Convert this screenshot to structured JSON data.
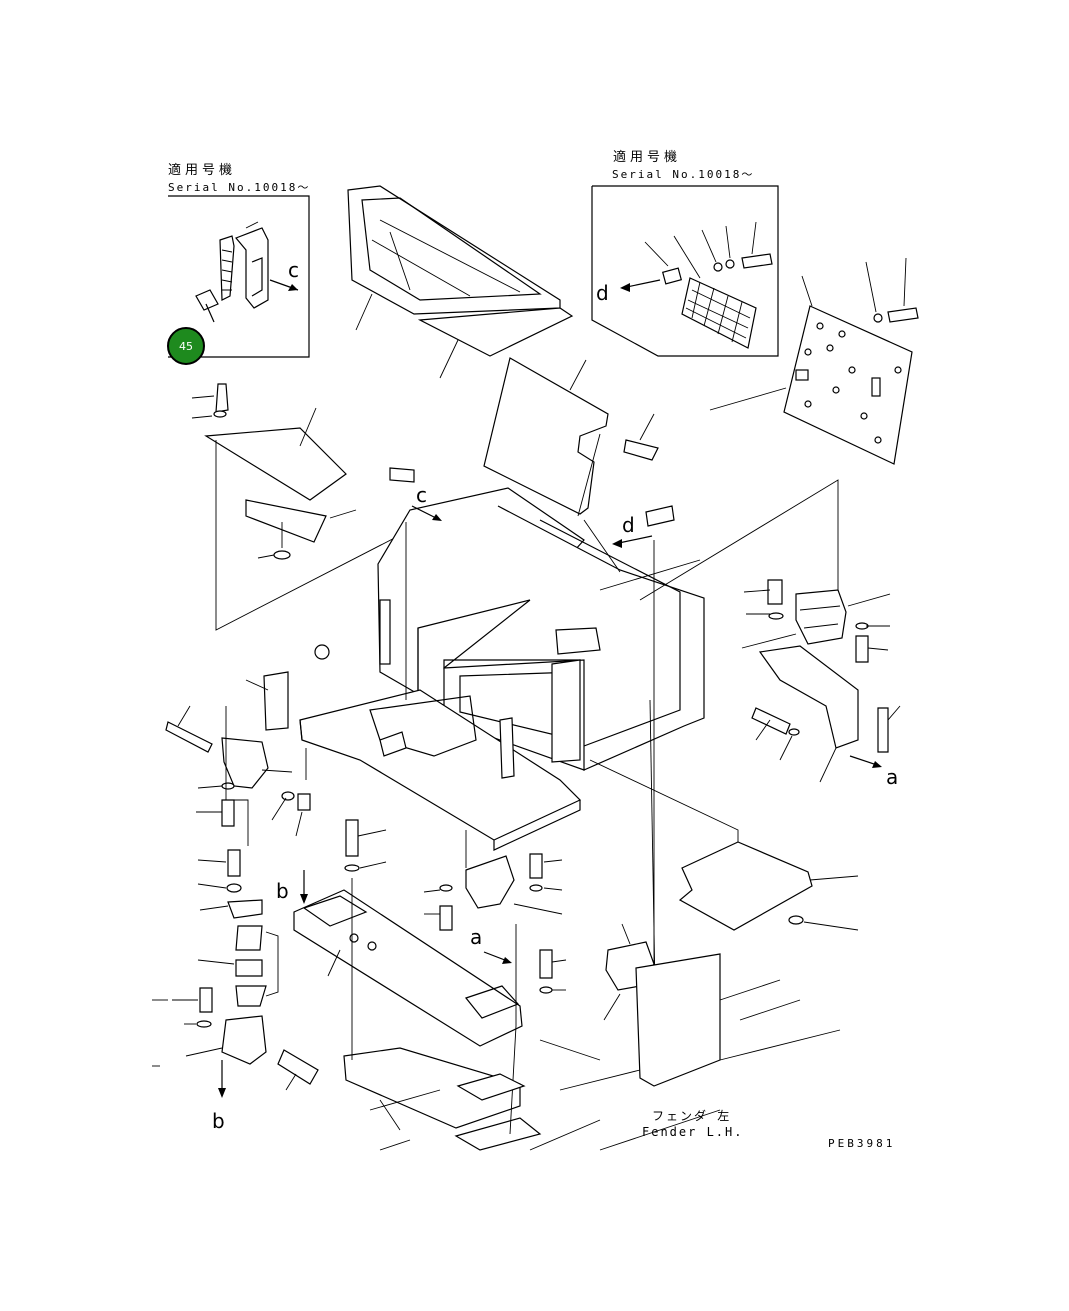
{
  "inset_left": {
    "title_jp": "適用号機",
    "serial": "Serial No.10018～",
    "callout_letter": "c"
  },
  "inset_right": {
    "title_jp": "適用号機",
    "serial": "Serial No.10018～",
    "callout_letter": "d"
  },
  "badge": {
    "number": "45",
    "color": "#1e8a1e"
  },
  "callouts": {
    "c": "c",
    "d": "d",
    "a_right": "a",
    "a_center": "a",
    "b_top": "b",
    "b_bottom": "b"
  },
  "fender": {
    "jp": "フェンダ 左",
    "en": "Fender L.H."
  },
  "drawing_code": "PEB3981",
  "colors": {
    "line": "#000000",
    "background": "#ffffff",
    "badge_fill": "#1e8a1e"
  }
}
